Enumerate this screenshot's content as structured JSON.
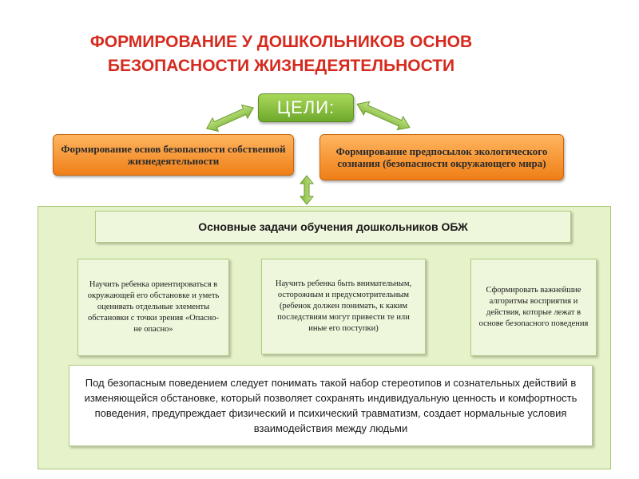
{
  "title": {
    "line1": "ФОРМИРОВАНИЕ У ДОШКОЛЬНИКОВ ОСНОВ",
    "line2": "БЕЗОПАСНОСТИ ЖИЗНЕДЕЯТЕЛЬНОСТИ"
  },
  "goal_label": "ЦЕЛИ:",
  "goals": [
    "Формирование основ безопасности собственной жизнедеятельности",
    "Формирование предпосылок экологического сознания (безопасности окружающего мира)"
  ],
  "tasks_title": "Основные задачи обучения дошкольников ОБЖ",
  "tasks": [
    "Научить ребенка ориентироваться в окружающей его обстановке и уметь оценивать отдельные элементы обстановки с точки зрения «Опасно-не опасно»",
    "Научить ребенка быть внимательным, осторожным и предусмотрительным (ребенок должен понимать, к каким последствиям могут привести те или иные его поступки)",
    "Сформировать важнейшие алгоритмы восприятия и действия, которые лежат в основе безопасного поведения"
  ],
  "definition": "Под безопасным поведением следует понимать такой набор стереотипов и сознательных действий в изменяющейся обстановке, который позволяет сохранять индивидуальную ценность и комфортность поведения, предупреждает физический и психический травматизм, создает нормальные условия взаимодействия между людьми",
  "colors": {
    "title": "#d62a1e",
    "goal": "#7cb936",
    "goal_boxes": "#f28b22",
    "panel": "#e6f2c9"
  }
}
